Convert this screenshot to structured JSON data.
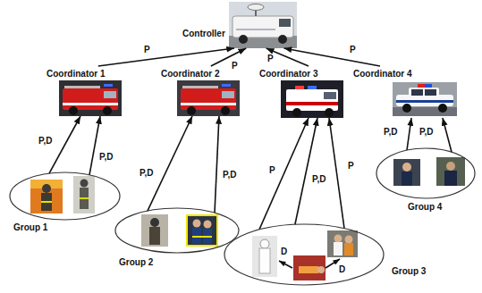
{
  "diagram": {
    "nodes": [
      {
        "text": [
          "Controller"
        ]
      },
      {
        "text": [
          "Coordinator 1"
        ]
      },
      {
        "text": [
          "Coordinator 2"
        ]
      },
      {
        "text": [
          "Coordinator 3"
        ]
      },
      {
        "text": [
          "Coordinator 4"
        ]
      },
      {
        "text": [
          "Group 1"
        ]
      },
      {
        "text": [
          "Group 2"
        ]
      },
      {
        "text": [
          "Group 3"
        ]
      },
      {
        "text": [
          "Group 4"
        ]
      }
    ],
    "edges": [
      {
        "from": 1,
        "to": 0,
        "label": "P",
        "arrow": "to"
      },
      {
        "from": 2,
        "to": 0,
        "label": "P",
        "arrow": "to"
      },
      {
        "from": 3,
        "to": 0,
        "label": "P",
        "arrow": "to"
      },
      {
        "from": 4,
        "to": 0,
        "label": "P",
        "arrow": "to"
      },
      {
        "from": 5,
        "to": 1,
        "label": "P,D",
        "arrow": "to"
      },
      {
        "from": 5,
        "to": 1,
        "label": "P,D",
        "arrow": "to"
      },
      {
        "from": 6,
        "to": 2,
        "label": "P,D",
        "arrow": "to"
      },
      {
        "from": 6,
        "to": 2,
        "label": "P,D",
        "arrow": "to"
      },
      {
        "from": 7,
        "to": 3,
        "label": "P",
        "arrow": "to"
      },
      {
        "from": 7,
        "to": 3,
        "label": "P,D",
        "arrow": "to"
      },
      {
        "from": 7,
        "to": 3,
        "label": "P",
        "arrow": "to"
      },
      {
        "from": 8,
        "to": 4,
        "label": "P,D",
        "arrow": "to"
      },
      {
        "from": 8,
        "to": 4,
        "label": "P,D",
        "arrow": "to"
      }
    ],
    "labels": [
      "D",
      "D"
    ]
  }
}
